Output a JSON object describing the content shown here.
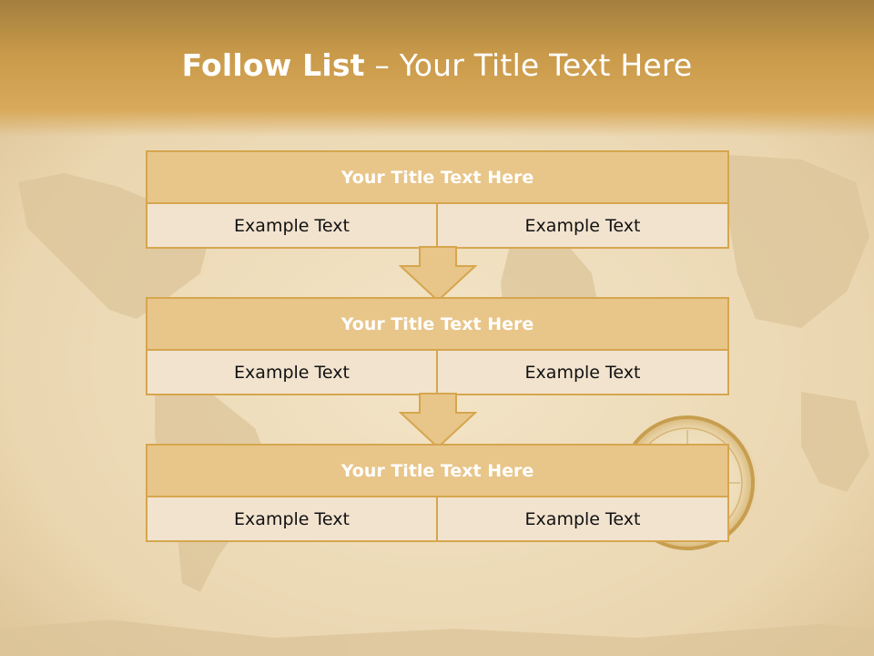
{
  "slide": {
    "title_bold": "Follow List",
    "title_separator": "–",
    "title_rest": "Your Title Text Here"
  },
  "blocks": [
    {
      "header": "Your Title Text Here",
      "left": "Example Text",
      "right": "Example Text"
    },
    {
      "header": "Your Title Text Here",
      "left": "Example Text",
      "right": "Example Text"
    },
    {
      "header": "Your Title Text Here",
      "left": "Example Text",
      "right": "Example Text"
    }
  ],
  "colors": {
    "header_fill": "#e8c589",
    "cell_fill": "#f2e3cf",
    "border": "#d6a64e",
    "title_band": "#c99a4a"
  },
  "icons": [
    "down-arrow-icon",
    "compass-icon",
    "world-map-icon"
  ]
}
